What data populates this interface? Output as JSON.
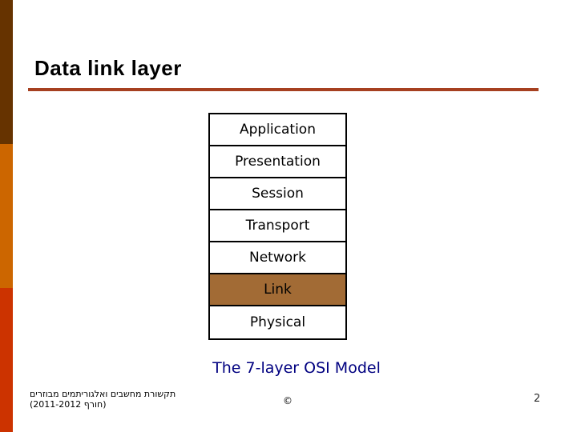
{
  "slide": {
    "title": "Data link layer",
    "caption": "The 7-layer OSI Model",
    "footer": {
      "course_line1": "תקשורת מחשבים ואלגוריתמים מבוזרים",
      "course_line2": "(חורף 2011-2012)",
      "copyright_symbol": "©",
      "page_number": "2"
    }
  },
  "osi_stack": {
    "layers": [
      {
        "label": "Application",
        "highlighted": false
      },
      {
        "label": "Presentation",
        "highlighted": false
      },
      {
        "label": "Session",
        "highlighted": false
      },
      {
        "label": "Transport",
        "highlighted": false
      },
      {
        "label": "Network",
        "highlighted": false
      },
      {
        "label": "Link",
        "highlighted": true
      },
      {
        "label": "Physical",
        "highlighted": false
      }
    ],
    "highlight_color": "#A26B35"
  },
  "colors": {
    "stripe_top": "#663300",
    "stripe_middle": "#CC6600",
    "stripe_bottom": "#CC3300",
    "title_underline": "#A64020",
    "caption_text": "#000080"
  }
}
